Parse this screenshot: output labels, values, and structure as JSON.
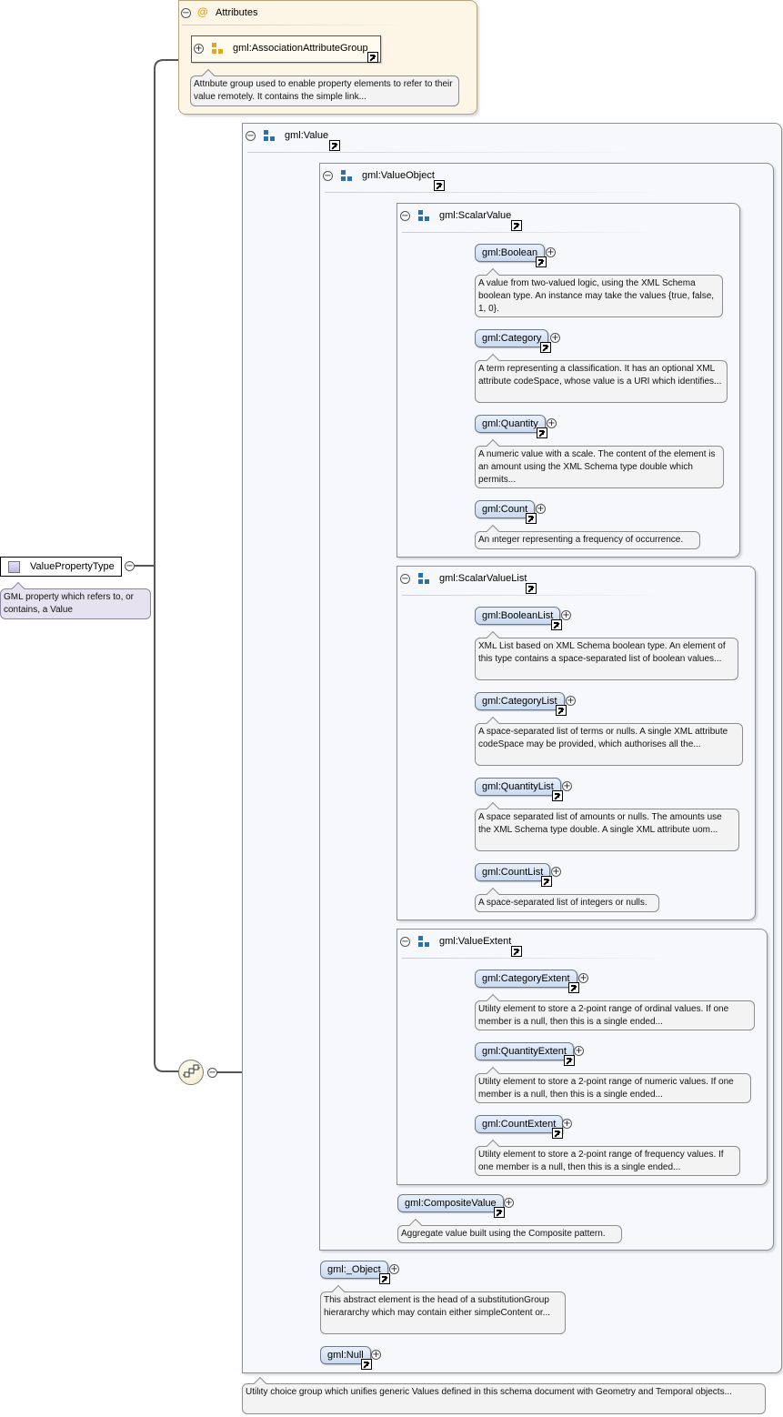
{
  "root": {
    "name": "ValuePropertyType",
    "doc": "GML property which refers to, or contains, a Value"
  },
  "attributes": {
    "title": "Attributes",
    "group_name": "gml:AssociationAttributeGroup",
    "doc": "Attribute group used to enable property elements to refer to their value remotely. It contains the simple link..."
  },
  "groups": {
    "value": "gml:Value",
    "value_object": "gml:ValueObject",
    "scalar_value": "gml:ScalarValue",
    "scalar_value_list": "gml:ScalarValueList",
    "value_extent": "gml:ValueExtent"
  },
  "elements": {
    "boolean": {
      "name": "gml:Boolean",
      "doc": "A value from two-valued logic, using the XML Schema boolean type. An instance may take the values {true, false, 1, 0}."
    },
    "category": {
      "name": "gml:Category",
      "doc": "A term representing a classification. It has an optional XML attribute codeSpace, whose value is a URI which identifies..."
    },
    "quantity": {
      "name": "gml:Quantity",
      "doc": "A numeric value with a scale. The content of the element is an amount using the XML Schema type double which permits..."
    },
    "count": {
      "name": "gml:Count",
      "doc": "An integer representing a frequency of occurrence."
    },
    "boolean_list": {
      "name": "gml:BooleanList",
      "doc": "XML List based on XML Schema boolean type. An element of this type contains a space-separated list of boolean values..."
    },
    "category_list": {
      "name": "gml:CategoryList",
      "doc": "A space-separated list of terms or nulls. A single XML attribute codeSpace may be provided, which authorises all the..."
    },
    "quantity_list": {
      "name": "gml:QuantityList",
      "doc": "A space separated list of amounts or nulls. The amounts use the XML Schema type double. A single XML attribute uom..."
    },
    "count_list": {
      "name": "gml:CountList",
      "doc": "A space-separated list of integers or nulls."
    },
    "category_extent": {
      "name": "gml:CategoryExtent",
      "doc": "Utility element to store a 2-point range of ordinal values. If one member is a null, then this is a single ended..."
    },
    "quantity_extent": {
      "name": "gml:QuantityExtent",
      "doc": "Utility element to store a 2-point range of numeric values. If one member is a null, then this is a single ended..."
    },
    "count_extent": {
      "name": "gml:CountExtent",
      "doc": "Utility element to store a 2-point range of frequency values. If one member is a null, then this is a single ended..."
    },
    "composite_value": {
      "name": "gml:CompositeValue",
      "doc": "Aggregate value built using the Composite pattern."
    },
    "object": {
      "name": "gml:_Object",
      "doc": "This abstract element is the head of a substitutionGroup hierararchy which may contain either simpleContent or..."
    },
    "null": {
      "name": "gml:Null"
    }
  },
  "value_group_doc": "Utility choice group which unifies generic Values defined in this schema document with Geometry and Temporal objects...",
  "toggles": {
    "expanded": "−",
    "collapsed": "+"
  },
  "colors": {
    "element_fill": "#c9daf0",
    "group_icon": "#2d6fa8",
    "attribute_icon": "#e6a51a",
    "root_fill": "#c1b6e0"
  }
}
